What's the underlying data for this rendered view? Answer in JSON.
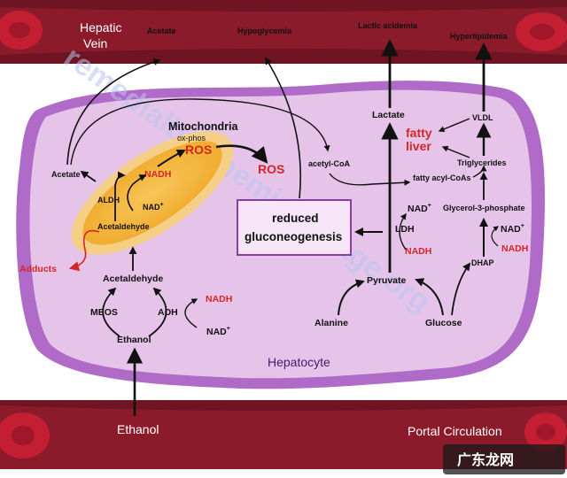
{
  "vessels": {
    "top_label_line1": "Hepatic",
    "top_label_line2": "Vein",
    "bottom_left_label": "Ethanol",
    "bottom_right_label": "Portal Circulation"
  },
  "outputs": {
    "acetate": "Acetate",
    "hypoglycemia": "Hypoglycemia",
    "lactic_acidemia": "Lactic acidemia",
    "hyperlipidemia": "Hyperlipidemia"
  },
  "cell": {
    "label": "Hepatocyte",
    "mitochondria_title": "Mitochondria",
    "mitochondria_sub": "ox-phos",
    "ros_in": "ROS",
    "ros_out": "ROS",
    "mito_nadh": "NADH",
    "mito_nad": "NAD",
    "mito_aldh": "ALDH",
    "mito_acetaldehyde": "Acetaldehyde",
    "acetate_cell": "Acetate",
    "adducts": "Adducts",
    "acetaldehyde": "Acetaldehyde",
    "meos": "MEOS",
    "adh": "ADH",
    "adh_nadh": "NADH",
    "adh_nad": "NAD",
    "ethanol": "Ethanol",
    "acetyl_coa": "acetyl-CoA",
    "reduced_line1": "reduced",
    "reduced_line2": "gluconeogenesis",
    "lactate": "Lactate",
    "ldh": "LDH",
    "ldh_nad": "NAD",
    "ldh_nadh": "NADH",
    "pyruvate": "Pyruvate",
    "alanine": "Alanine",
    "glucose": "Glucose",
    "fatty_liver_line1": "fatty",
    "fatty_liver_line2": "liver",
    "vldl": "VLDL",
    "triglycerides": "Triglycerides",
    "fatty_acyl_coas": "fatty acyl-CoAs",
    "glycerol_3p": "Glycerol-3-phosphate",
    "dhap": "DHAP",
    "dhap_nad": "NAD",
    "dhap_nadh": "NADH",
    "plus": "+"
  },
  "watermark": {
    "text": "remedialbiochemistrypage.org",
    "badge": "广东龙网"
  },
  "colors": {
    "vessel": "#8b1a2b",
    "vessel_dark": "#5e0f1c",
    "cell_membrane": "#b06ac8",
    "cytoplasm": "#e6c4ea",
    "mitochondria": "#f2b43a",
    "accent_red": "#d42525"
  }
}
